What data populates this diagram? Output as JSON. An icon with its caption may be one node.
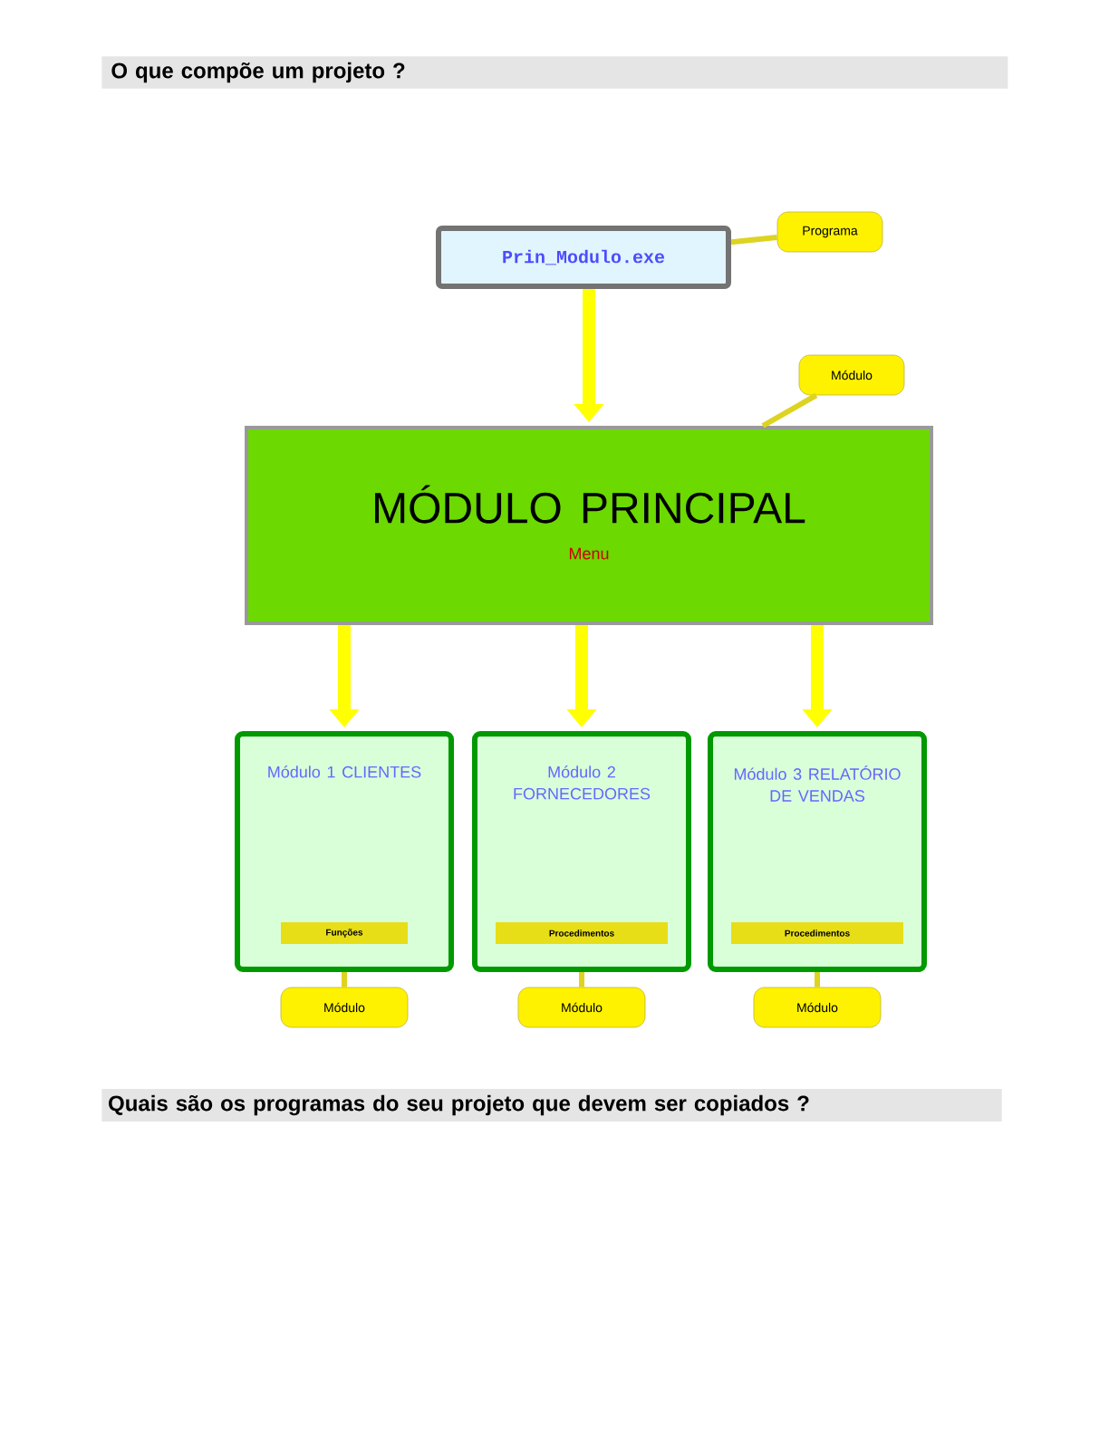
{
  "diagram": {
    "title": "O que compõe um projeto ?",
    "nodes": [
      {
        "text": [
          "Prin_Modulo.exe"
        ]
      },
      {
        "text": [
          "Programa"
        ]
      },
      {
        "text": [
          "MÓDULO PRINCIPAL",
          "Menu"
        ]
      },
      {
        "text": [
          "Módulo"
        ]
      },
      {
        "text": [
          "Módulo 1 CLIENTES"
        ]
      },
      {
        "text": [
          "Módulo 2 FORNECEDORES"
        ]
      },
      {
        "text": [
          "Módulo 3 RELATÓRIO DE VENDAS"
        ]
      },
      {
        "text": [
          "Funções"
        ],
        "in": 4
      },
      {
        "text": [
          "Procedimentos"
        ],
        "in": 5
      },
      {
        "text": [
          "Procedimentos"
        ],
        "in": 6
      },
      {
        "text": [
          "Módulo"
        ]
      },
      {
        "text": [
          "Módulo"
        ]
      },
      {
        "text": [
          "Módulo"
        ]
      }
    ],
    "edges": [
      {
        "from": 0,
        "to": 2,
        "arrow": "to",
        "style": "thick",
        "color": "#ffff00"
      },
      {
        "from": 2,
        "to": 4,
        "arrow": "to",
        "style": "thick",
        "color": "#ffff00"
      },
      {
        "from": 2,
        "to": 5,
        "arrow": "to",
        "style": "thick",
        "color": "#ffff00"
      },
      {
        "from": 2,
        "to": 6,
        "arrow": "to",
        "style": "thick",
        "color": "#ffff00"
      },
      {
        "from": 1,
        "to": 0,
        "arrow": "none"
      },
      {
        "from": 3,
        "to": 2,
        "arrow": "none"
      },
      {
        "from": 10,
        "to": 4,
        "arrow": "none"
      },
      {
        "from": 11,
        "to": 5,
        "arrow": "none"
      },
      {
        "from": 12,
        "to": 6,
        "arrow": "none"
      }
    ],
    "labels": [
      "Quais são os programas do seu projeto que devem ser copiados ?"
    ]
  }
}
